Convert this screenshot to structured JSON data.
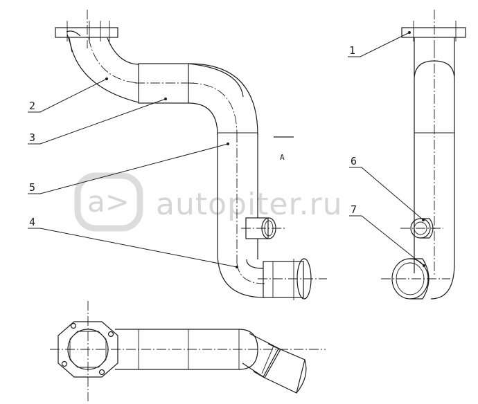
{
  "view_label": "A",
  "callouts": [
    {
      "id": "1",
      "text": "1"
    },
    {
      "id": "2",
      "text": "2"
    },
    {
      "id": "3",
      "text": "3"
    },
    {
      "id": "4",
      "text": "4"
    },
    {
      "id": "5",
      "text": "5"
    },
    {
      "id": "6",
      "text": "6"
    },
    {
      "id": "7",
      "text": "7"
    }
  ],
  "watermark": {
    "text": "autopiter.ru",
    "logo": "a>"
  },
  "colors": {
    "line": "#1a1a1a",
    "watermark": "#d6d6d6",
    "background": "#ffffff"
  }
}
